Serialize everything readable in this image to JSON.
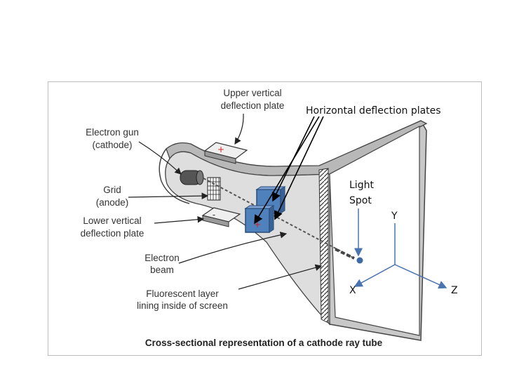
{
  "diagram": {
    "labels": {
      "upper_vertical_plate": [
        "Upper vertical",
        "deflection plate"
      ],
      "electron_gun": [
        "Electron gun",
        "(cathode)"
      ],
      "grid": [
        "Grid",
        "(anode)"
      ],
      "lower_vertical_plate": [
        "Lower vertical",
        "deflection plate"
      ],
      "electron_beam": [
        "Electron",
        "beam"
      ],
      "fluorescent_layer": [
        "Fluorescent layer",
        "lining inside of screen"
      ]
    },
    "caption": "Cross-sectional representation of a cathode ray tube",
    "overlay": {
      "horizontal_plates": "Horizontal deflection plates",
      "light_spot": [
        "Light",
        "Spot"
      ],
      "axis_y": "Y",
      "axis_x": "X",
      "axis_z": "Z"
    },
    "plate_signs": {
      "upper": "+",
      "lower": "-",
      "horizontal_back": "-",
      "horizontal_front": "+"
    },
    "colors": {
      "plate_blue": "#4f81bd",
      "sign_red": "#d0211c",
      "axis_blue": "#4a74b0",
      "tube_gray": "#dedede"
    }
  }
}
